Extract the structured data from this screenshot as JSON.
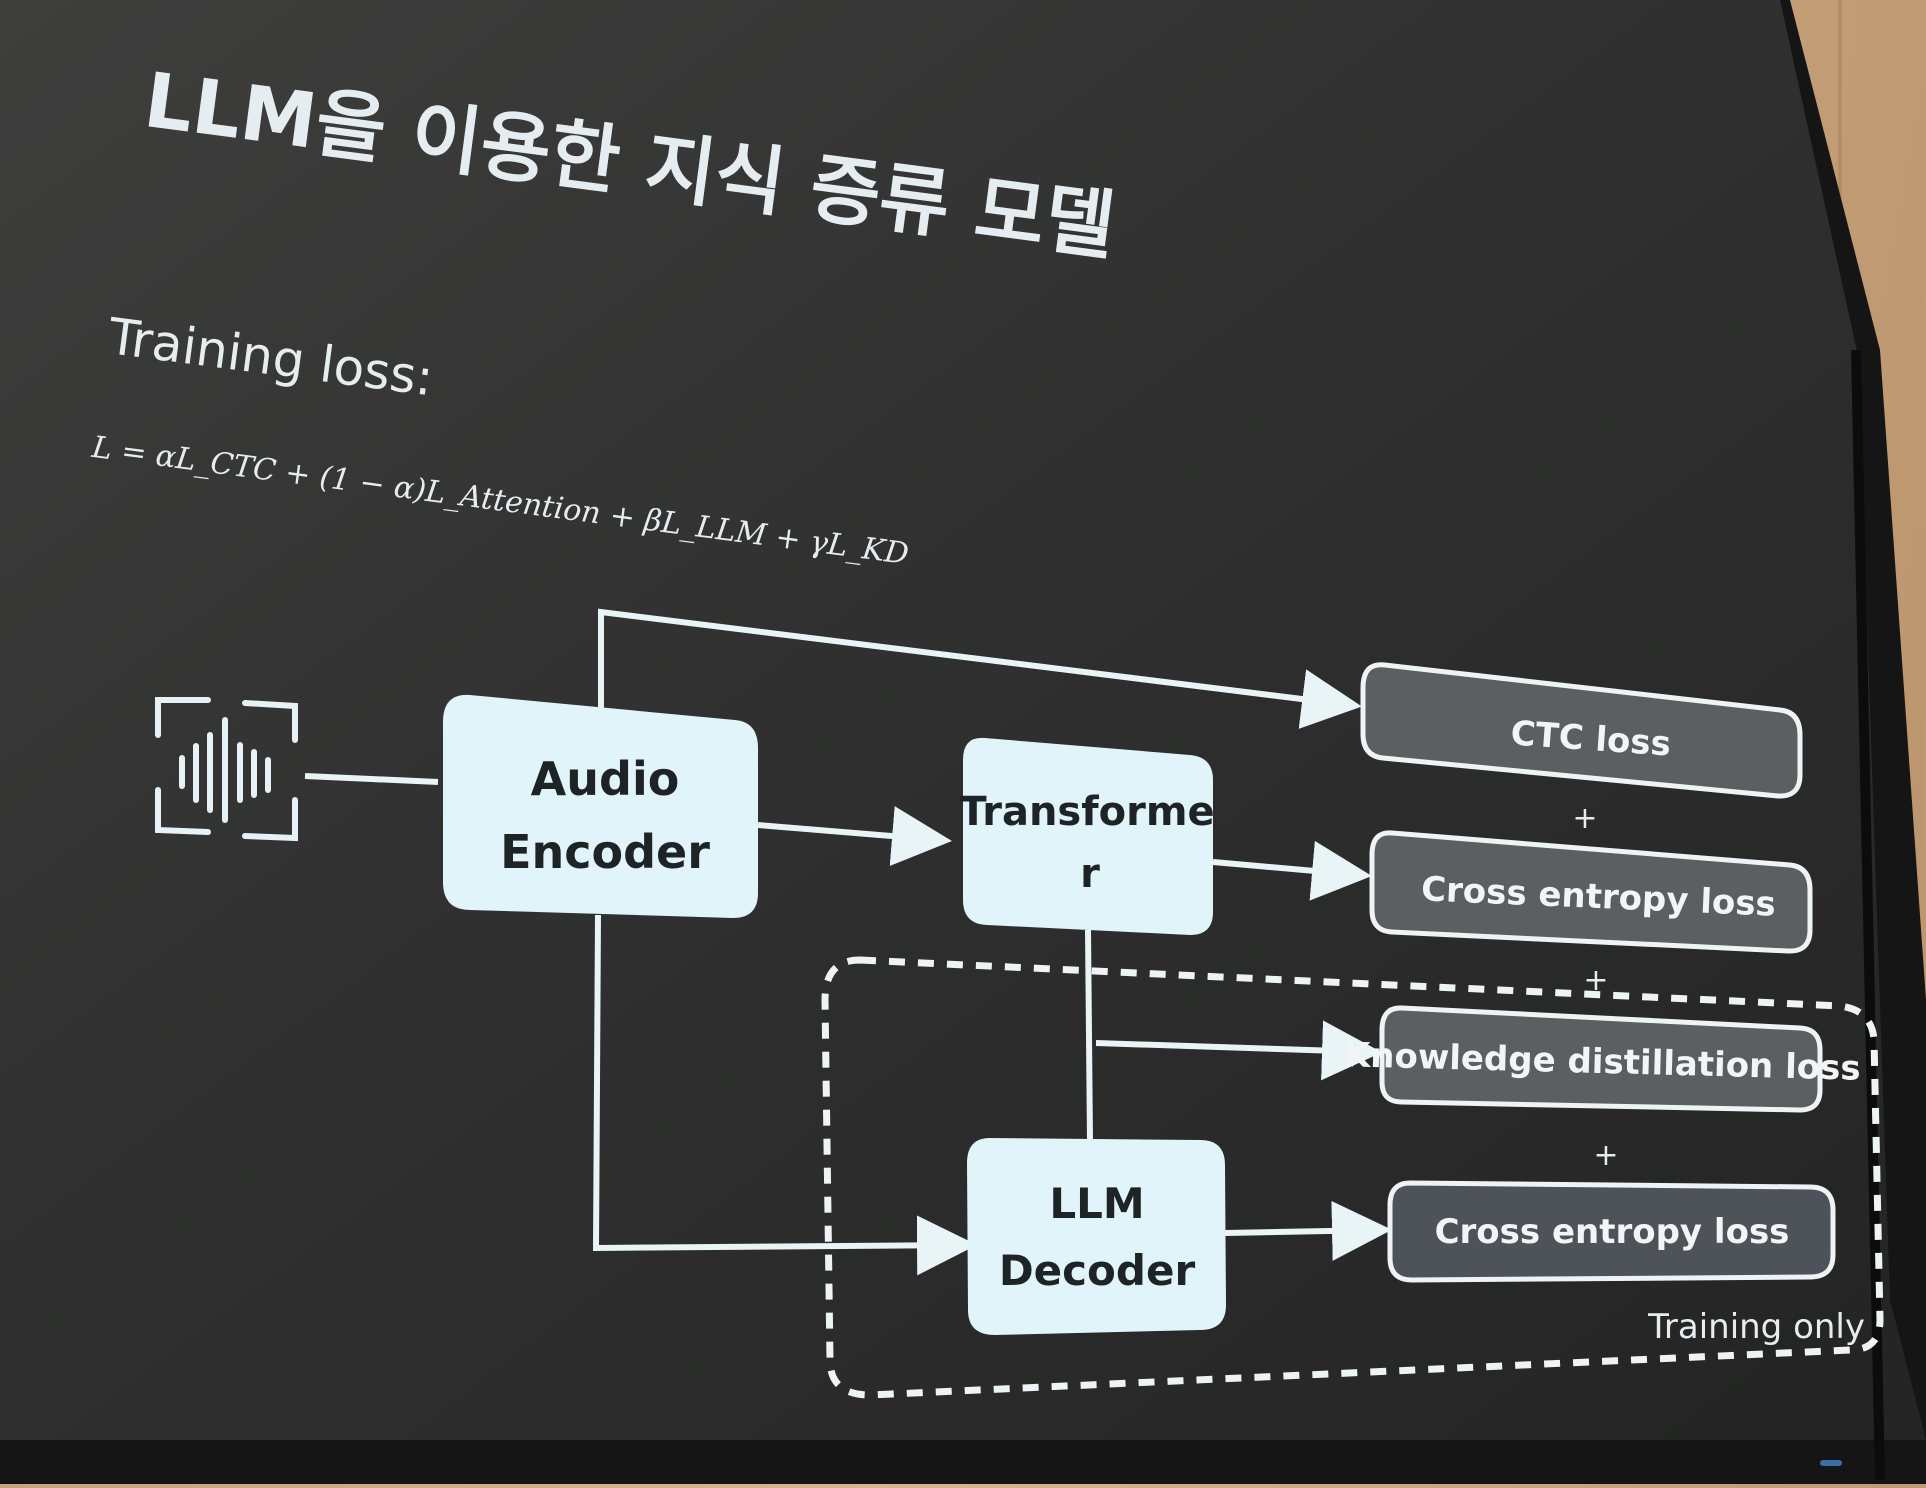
{
  "slide": {
    "title": "LLM을 이용한 지식 증류 모델",
    "subtitle": "Training loss:",
    "formula": "L = αL_CTC + (1 − α)L_Attention + βL_LLM + γL_KD"
  },
  "diagram": {
    "audio_encoder": [
      "Audio",
      "Encoder"
    ],
    "transformer": [
      "Transforme",
      "r"
    ],
    "llm_decoder": [
      "LLM",
      "Decoder"
    ],
    "losses": [
      "CTC loss",
      "Cross entropy loss",
      "Knowledge distillation loss",
      "Cross entropy loss"
    ],
    "plus": "+",
    "training_only": "Training only"
  }
}
